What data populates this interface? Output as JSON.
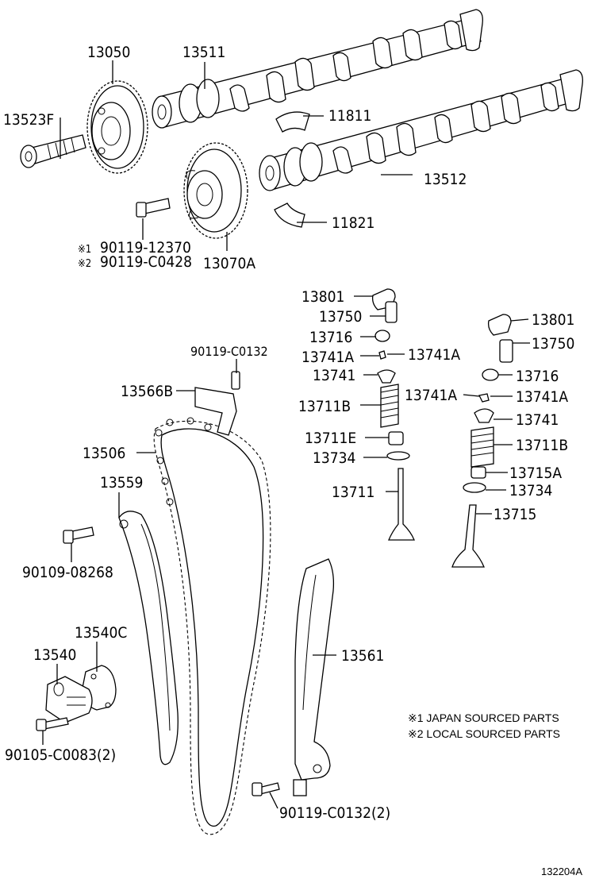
{
  "labels": {
    "p13050": "13050",
    "p13511": "13511",
    "p13523F": "13523F",
    "p11811": "11811",
    "p13512": "13512",
    "p11821": "11821",
    "p13070A": "13070A",
    "bolt1_opt1": "90119-12370",
    "bolt1_opt2": "90119-C0428",
    "p13801_left": "13801",
    "p13750_left": "13750",
    "p13716_left": "13716",
    "p13741A_a": "13741A",
    "p13741A_b": "13741A",
    "p13741_left": "13741",
    "p13711B_left": "13711B",
    "p13711E": "13711E",
    "p13734_left": "13734",
    "p13711": "13711",
    "p13801_right": "13801",
    "p13750_right": "13750",
    "p13716_right": "13716",
    "p13741A_c": "13741A",
    "p13741A_d": "13741A",
    "p13741_right": "13741",
    "p13711B_right": "13711B",
    "p13715A": "13715A",
    "p13734_right": "13734",
    "p13715": "13715",
    "bolt_top": "90119-C0132",
    "p13566B": "13566B",
    "p13506": "13506",
    "p13559": "13559",
    "bolt_13559": "90109-08268",
    "p13540C": "13540C",
    "p13540": "13540",
    "bolt_13540": "90105-C0083(2)",
    "p13561": "13561",
    "bolt_13561": "90119-C0132(2)"
  },
  "marks": {
    "mark1": "※1",
    "mark2": "※2"
  },
  "notes": {
    "note1": "※1 JAPAN SOURCED PARTS",
    "note2": "※2 LOCAL SOURCED PARTS"
  },
  "figure_id": "132204A"
}
